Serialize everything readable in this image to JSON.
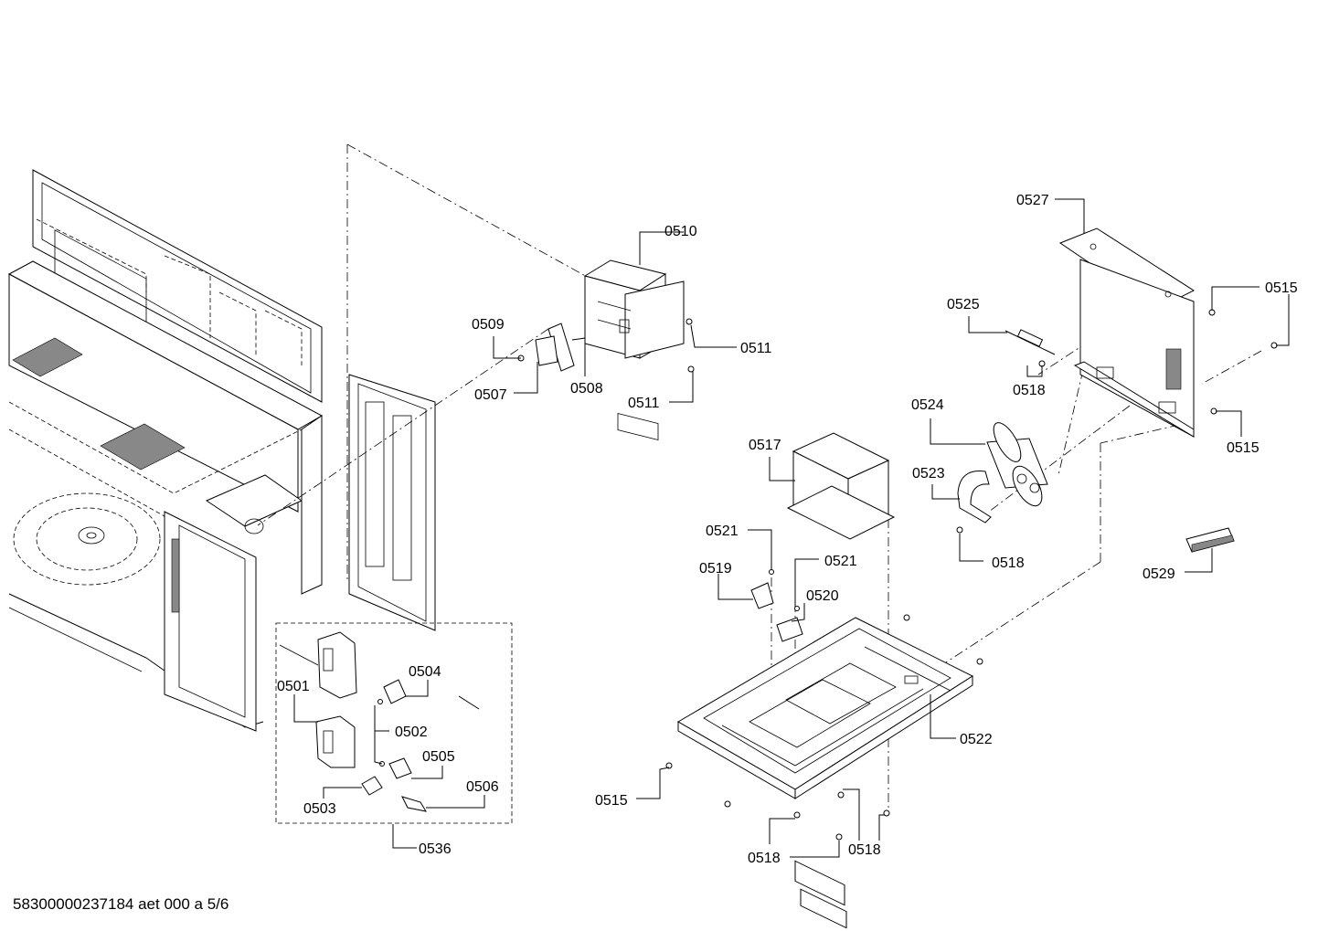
{
  "callouts": [
    {
      "id": "c-0510",
      "label": "0510"
    },
    {
      "id": "c-0509",
      "label": "0509"
    },
    {
      "id": "c-0508",
      "label": "0508"
    },
    {
      "id": "c-0507",
      "label": "0507"
    },
    {
      "id": "c-0511a",
      "label": "0511"
    },
    {
      "id": "c-0511b",
      "label": "0511"
    },
    {
      "id": "c-0527",
      "label": "0527"
    },
    {
      "id": "c-0525",
      "label": "0525"
    },
    {
      "id": "c-0515a",
      "label": "0515"
    },
    {
      "id": "c-0518a",
      "label": "0518"
    },
    {
      "id": "c-0515b",
      "label": "0515"
    },
    {
      "id": "c-0524",
      "label": "0524"
    },
    {
      "id": "c-0523",
      "label": "0523"
    },
    {
      "id": "c-0517",
      "label": "0517"
    },
    {
      "id": "c-0518b",
      "label": "0518"
    },
    {
      "id": "c-0529",
      "label": "0529"
    },
    {
      "id": "c-0521a",
      "label": "0521"
    },
    {
      "id": "c-0521b",
      "label": "0521"
    },
    {
      "id": "c-0519",
      "label": "0519"
    },
    {
      "id": "c-0520",
      "label": "0520"
    },
    {
      "id": "c-0522",
      "label": "0522"
    },
    {
      "id": "c-0515c",
      "label": "0515"
    },
    {
      "id": "c-0518c",
      "label": "0518"
    },
    {
      "id": "c-0518d",
      "label": "0518"
    },
    {
      "id": "c-0504",
      "label": "0504"
    },
    {
      "id": "c-0501",
      "label": "0501"
    },
    {
      "id": "c-0502",
      "label": "0502"
    },
    {
      "id": "c-0505",
      "label": "0505"
    },
    {
      "id": "c-0506",
      "label": "0506"
    },
    {
      "id": "c-0503",
      "label": "0503"
    },
    {
      "id": "c-0536",
      "label": "0536"
    }
  ],
  "footer_text": "58300000237184 aet 000 a 5/6"
}
